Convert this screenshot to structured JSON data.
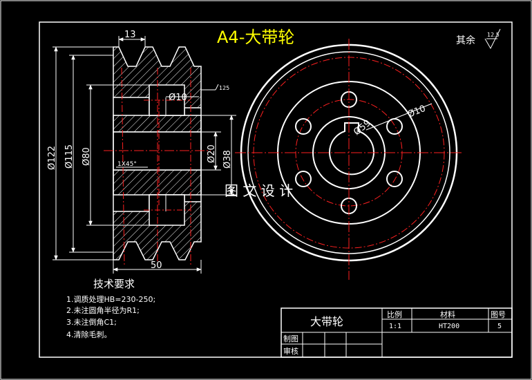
{
  "sheet": {
    "title": "A4-大带轮",
    "roughness_prefix": "其余",
    "roughness_value": "12.5",
    "watermark": "图 文 设 计"
  },
  "section_view": {
    "dim_groove_width": "13",
    "dim_width": "50",
    "dim_d122": "Ø122",
    "dim_d115": "Ø115",
    "dim_d80": "Ø80",
    "dim_d20": "Ø20",
    "dim_d38": "Ø38",
    "dim_hole": "Ø10",
    "chamfer": "1X45°",
    "local_roughness": "125"
  },
  "front_view": {
    "dim_hole": "Ø10",
    "dim_pitch": "Ø59"
  },
  "notes": {
    "heading": "技术要求",
    "items": [
      "1.调质处理HB=230-250;",
      "2.未注圆角半径为R1;",
      "3.未注倒角C1;",
      "4.清除毛刺。"
    ]
  },
  "title_block": {
    "part_name": "大带轮",
    "scale_label": "比例",
    "material_label": "材料",
    "drawing_no_label": "图号",
    "scale_value": "1:1",
    "material_value": "HT200",
    "drawing_no_value": "5",
    "drawn_label": "制图",
    "checked_label": "审核"
  },
  "colors": {
    "line": "#ffffff",
    "center": "#ff2020",
    "title": "#ffff00",
    "background": "#000000"
  }
}
